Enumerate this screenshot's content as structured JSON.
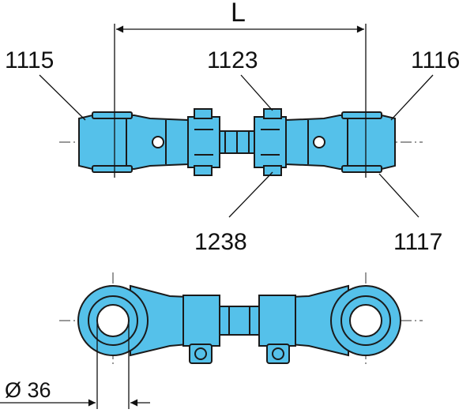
{
  "dimension": {
    "length_label": "L",
    "diameter_label": "Ø 36"
  },
  "part_numbers": {
    "left_end": "1115",
    "right_end": "1116",
    "top_center": "1123",
    "bottom_center": "1238",
    "bottom_right": "1117"
  },
  "colors": {
    "part_fill": "#55c1ea",
    "outline": "#1a1a1a",
    "background": "#ffffff"
  }
}
